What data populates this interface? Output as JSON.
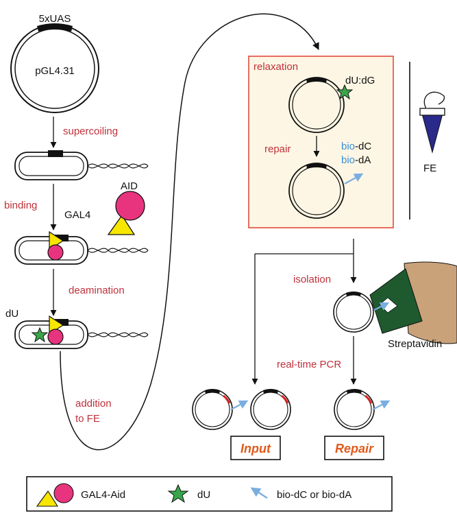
{
  "labels": {
    "uas": "5xUAS",
    "plasmid": "pGL4.31",
    "supercoiling": "supercoiling",
    "binding": "binding",
    "gal4": "GAL4",
    "aid": "AID",
    "deamination": "deamination",
    "du": "dU",
    "addition_line1": "addition",
    "addition_line2": "to FE",
    "relaxation": "relaxation",
    "dudg": "dU:dG",
    "repair": "repair",
    "bio_prefix1": "bio",
    "bio_suffix1": "-dC",
    "bio_prefix2": "bio",
    "bio_suffix2": "-dA",
    "fe": "FE",
    "isolation": "isolation",
    "streptavidin": "Streptavidin",
    "realtime_pcr": "real-time PCR",
    "input": "Input",
    "repair_result": "Repair"
  },
  "legend": {
    "gal4_aid": "GAL4-Aid",
    "du": "dU",
    "bio": "bio-dC or bio-dA"
  },
  "colors": {
    "step_text": "#c0303a",
    "bio_blue": "#3a8fd8",
    "gal4_yellow": "#f7e600",
    "aid_pink": "#e8347e",
    "du_green": "#3aa64a",
    "box_fill": "#fdf6e4",
    "box_border": "#e24a3b",
    "streptavidin_green": "#1f5a2e",
    "bead_tan": "#c9a27a",
    "tube_blue": "#2a2a8a",
    "result_orange": "#e05a1a",
    "pcr_mark_red": "#e02020"
  }
}
